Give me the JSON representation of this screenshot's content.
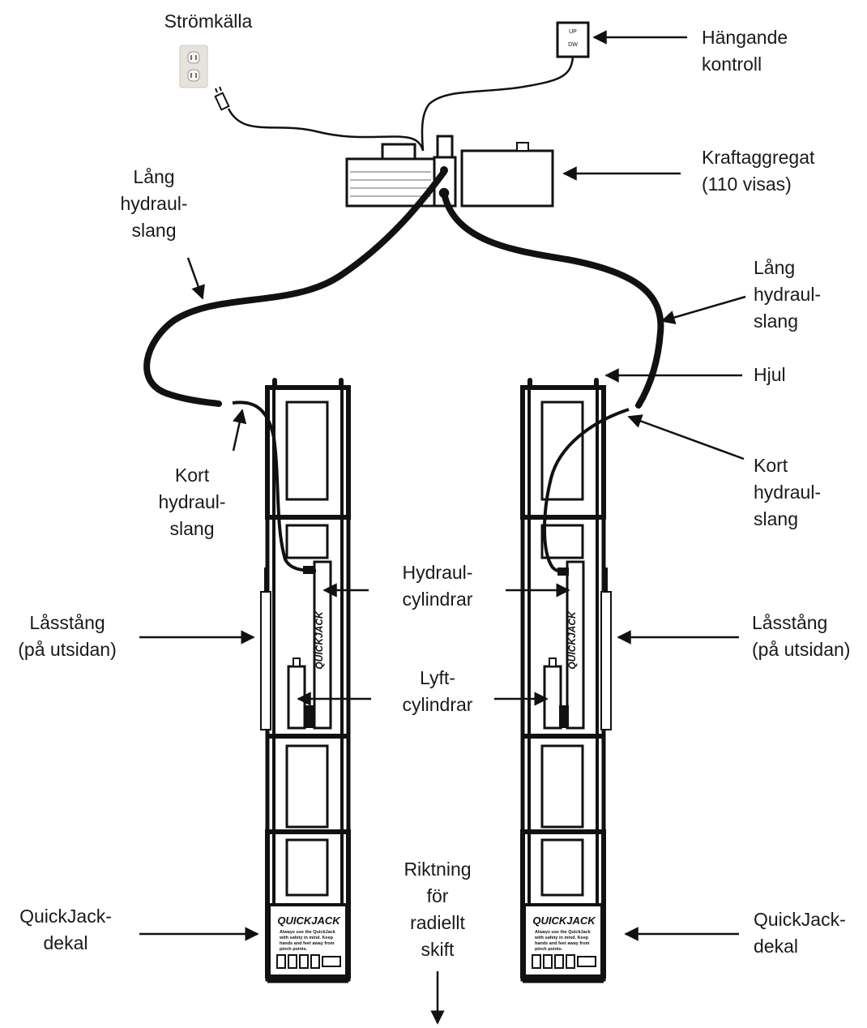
{
  "labels": {
    "power_source": "Strömkälla",
    "pendant_control": [
      "Hängande",
      "kontroll"
    ],
    "pendant_buttons": [
      "UP",
      "DW"
    ],
    "power_unit": [
      "Kraftaggregat",
      "(110 visas)"
    ],
    "long_hose_left": [
      "Lång",
      "hydraul-",
      "slang"
    ],
    "long_hose_right": [
      "Lång",
      "hydraul-",
      "slang"
    ],
    "wheel": "Hjul",
    "short_hose_left": [
      "Kort",
      "hydraul-",
      "slang"
    ],
    "short_hose_right": [
      "Kort",
      "hydraul-",
      "slang"
    ],
    "hydraulic_cylinders": [
      "Hydraul-",
      "cylindrar"
    ],
    "lock_bar_left": [
      "Låsstång",
      "(på utsidan)"
    ],
    "lock_bar_right": [
      "Låsstång",
      "(på utsidan)"
    ],
    "lift_cylinders": [
      "Lyft-",
      "cylindrar"
    ],
    "decal_left": [
      "QuickJack-",
      "dekal"
    ],
    "decal_right": [
      "QuickJack-",
      "dekal"
    ],
    "direction": [
      "Riktning",
      "för",
      "radiellt",
      "skift"
    ]
  },
  "frame_brand": "QUICKJACK",
  "decal": {
    "title": "QUICKJACK",
    "lines": [
      "Always use the QuickJack",
      "with safety in mind. Keep",
      "hands and feet away from",
      "pinch points."
    ]
  },
  "colors": {
    "ink": "#111111",
    "outlet": "#e6e3dc"
  }
}
